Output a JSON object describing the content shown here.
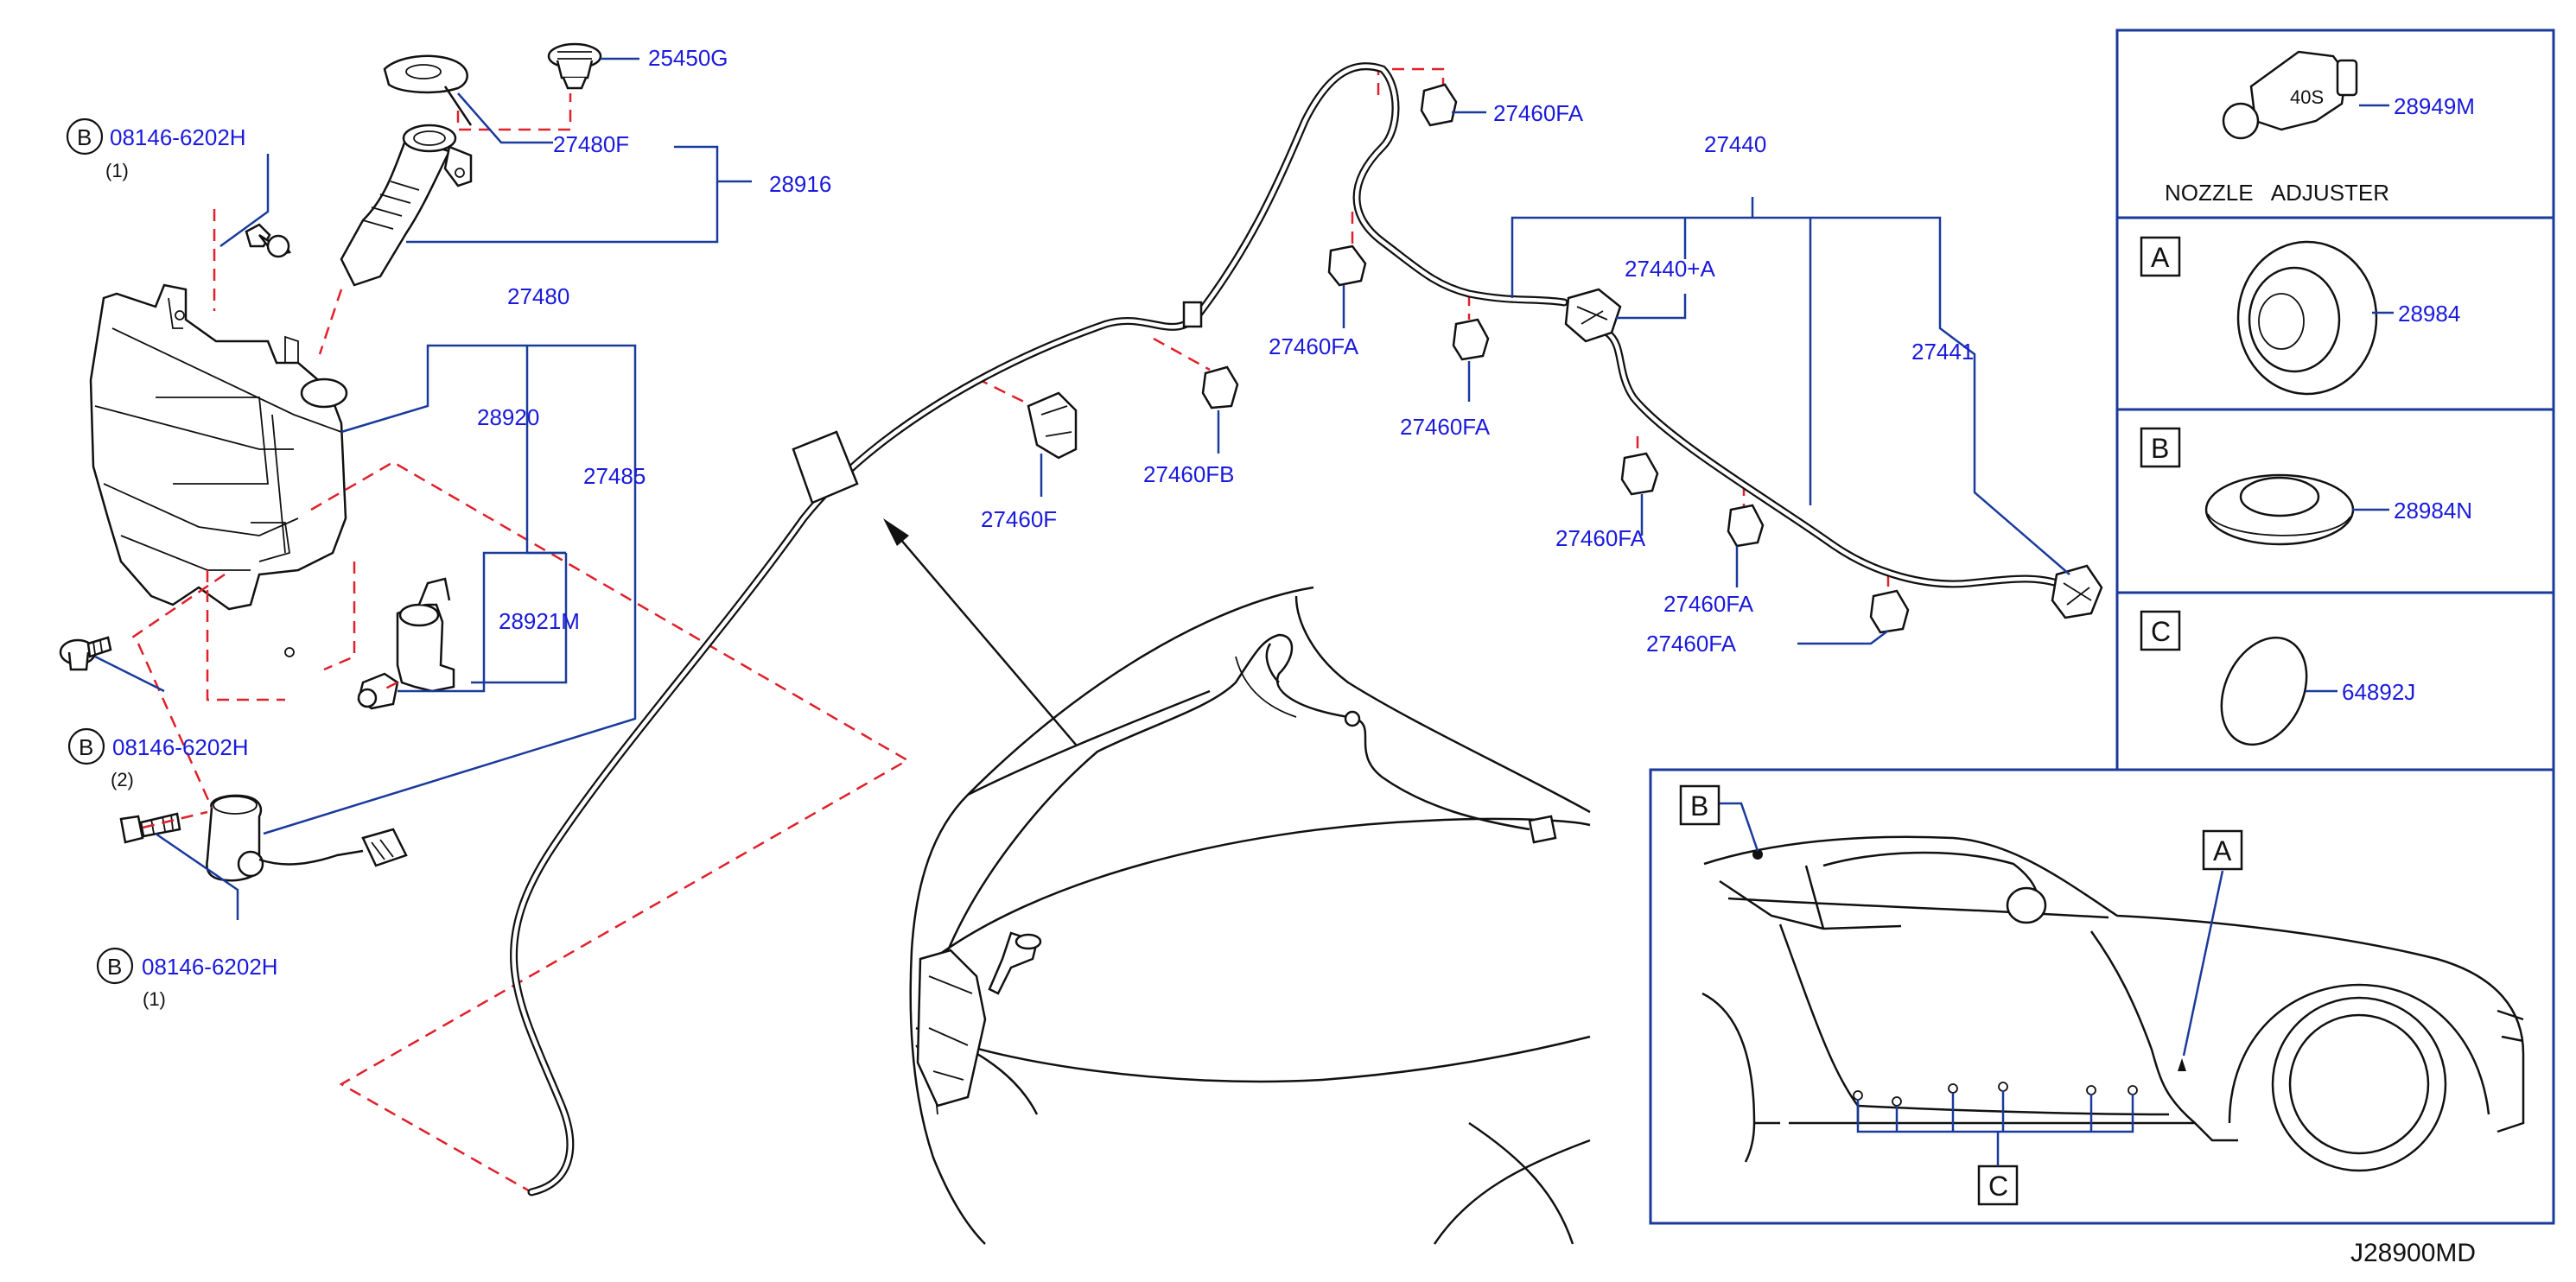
{
  "diagram_code": "J28900MD",
  "callouts": {
    "p25450G": "25450G",
    "p27480F": "27480F",
    "p28916": "28916",
    "bolt_top": {
      "symbol": "B",
      "part": "08146-6202H",
      "qty": "(1)"
    },
    "bolt_mid": {
      "symbol": "B",
      "part": "08146-6202H",
      "qty": "(2)"
    },
    "bolt_bot": {
      "symbol": "B",
      "part": "08146-6202H",
      "qty": "(1)"
    },
    "p27480": "27480",
    "p28920": "28920",
    "p27485": "27485",
    "p28921M": "28921M",
    "p27460F": "27460F",
    "p27460FB": "27460FB",
    "p27460FA_1": "27460FA",
    "p27460FA_2": "27460FA",
    "p27460FA_3": "27460FA",
    "p27460FA_4": "27460FA",
    "p27460FA_5": "27460FA",
    "p27460FA_6": "27460FA",
    "p27440": "27440",
    "p27440A": "27440+A",
    "p27441": "27441"
  },
  "side_panels": {
    "nozzle": {
      "part": "28949M",
      "caption": "NOZZLE   ADJUSTER",
      "stamp": "40S"
    },
    "a": {
      "letter": "A",
      "part": "28984"
    },
    "b": {
      "letter": "B",
      "part": "28984N"
    },
    "c": {
      "letter": "C",
      "part": "64892J"
    }
  },
  "car_view": {
    "label_a": "A",
    "label_b": "B",
    "label_c": "C"
  },
  "colors": {
    "part_number": "#1a1adc",
    "leader": "#1a3a9c",
    "dashed_guide": "#e0202a",
    "line": "#111111"
  }
}
